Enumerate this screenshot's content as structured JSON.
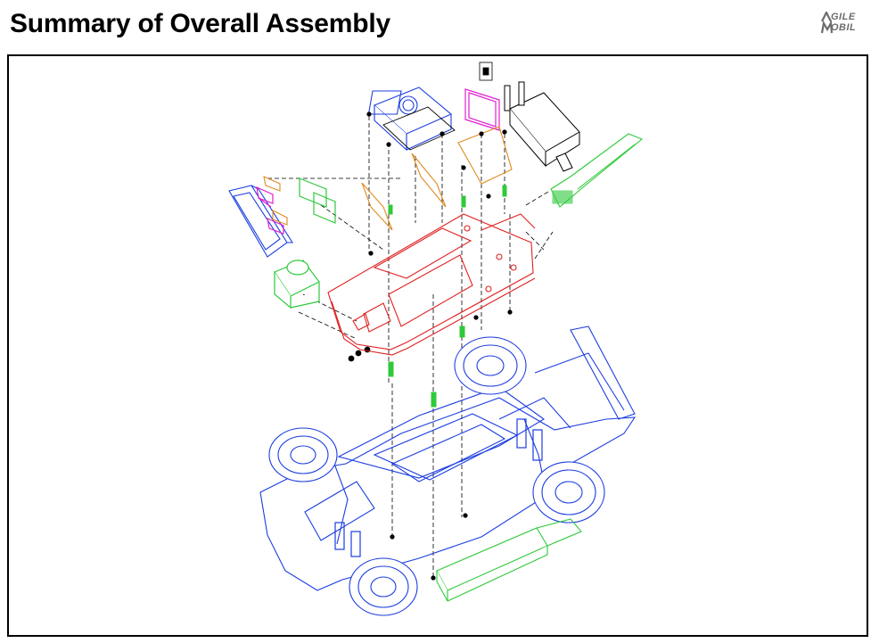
{
  "page": {
    "title": "Summary of Overall Assembly"
  },
  "logo": {
    "line1": "GILE",
    "line2": "OBIL",
    "mark": "agile-mobile-logo-mark"
  },
  "colors": {
    "chassis": "#1b3de0",
    "mounting_plate": "#e02020",
    "brackets": "#e08a20",
    "green_parts": "#2fc93a",
    "magenta_parts": "#e020d0",
    "hardware": "#000000",
    "leader_lines": "#000000"
  }
}
